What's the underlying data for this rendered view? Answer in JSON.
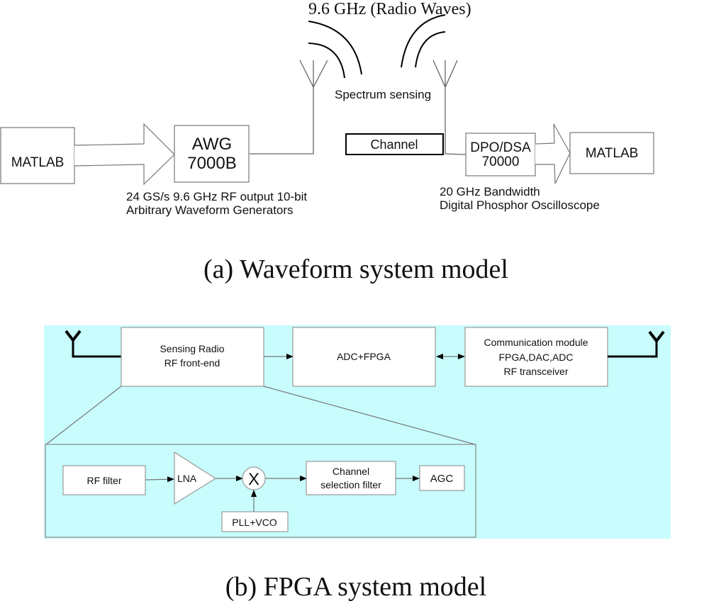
{
  "panel_a": {
    "radio_waves_label": "9.6  GHz (Radio Waves)",
    "spectrum_sensing_label": "Spectrum sensing",
    "channel_label": "Channel",
    "matlab_left_label": "MATLAB",
    "awg_line1": "AWG",
    "awg_line2": "7000B",
    "awg_desc_line1": "24 GS/s   9.6 GHz RF output 10-bit",
    "awg_desc_line2": "Arbitrary Waveform Generators",
    "dpo_line1": "DPO/DSA",
    "dpo_line2": "70000",
    "dpo_desc_line1": "20 GHz Bandwidth",
    "dpo_desc_line2": "Digital Phosphor Oscilloscope",
    "matlab_right_label": "MATLAB",
    "caption": "(a)  Waveform system model"
  },
  "panel_b": {
    "background_color": "#c8fcfd",
    "sensing_radio_line1": "Sensing Radio",
    "sensing_radio_line2": "RF front-end",
    "adc_fpga_label": "ADC+FPGA",
    "comm_line1": "Communication module",
    "comm_line2": "FPGA,DAC,ADC",
    "comm_line3": "RF transceiver",
    "rf_filter_label": "RF filter",
    "lna_label": "LNA",
    "mixer_label": "X",
    "pll_vco_label": "PLL+VCO",
    "channel_filter_line1": "Channel",
    "channel_filter_line2": "selection filter",
    "agc_label": "AGC",
    "caption": "(b)  FPGA system model"
  }
}
